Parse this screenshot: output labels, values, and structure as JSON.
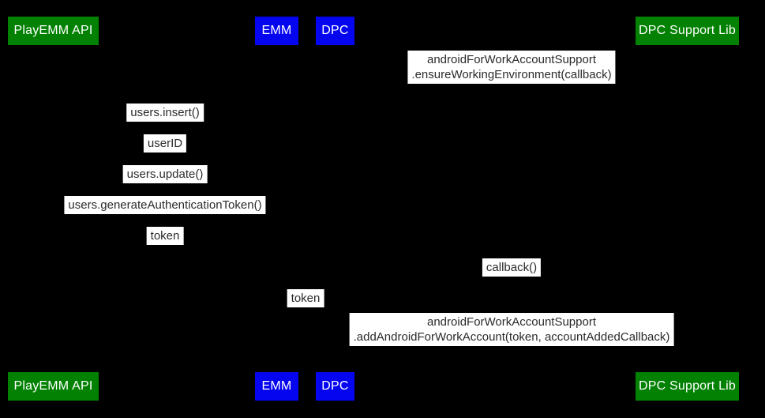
{
  "diagram": {
    "type": "sequence-diagram",
    "colors": {
      "background": "#000000",
      "actor_green": "#028102",
      "actor_blue": "#0505f0",
      "actor_text": "#ffffff",
      "message_background": "#ffffff",
      "message_text": "#2b2b2b"
    },
    "actors": [
      {
        "label": "PlayEMM API",
        "color": "green"
      },
      {
        "label": "EMM",
        "color": "blue"
      },
      {
        "label": "DPC",
        "color": "blue"
      },
      {
        "label": "DPC Support Lib",
        "color": "green"
      }
    ],
    "messages": [
      {
        "from": "DPC",
        "to": "DPC Support Lib",
        "text": "androidForWorkAccountSupport\n.ensureWorkingEnvironment(callback)"
      },
      {
        "from": "EMM",
        "to": "PlayEMM API",
        "text": "users.insert()"
      },
      {
        "from": "PlayEMM API",
        "to": "EMM",
        "text": "userID"
      },
      {
        "from": "EMM",
        "to": "PlayEMM API",
        "text": "users.update()"
      },
      {
        "from": "EMM",
        "to": "PlayEMM API",
        "text": "users.generateAuthenticationToken()"
      },
      {
        "from": "PlayEMM API",
        "to": "EMM",
        "text": "token"
      },
      {
        "from": "DPC Support Lib",
        "to": "DPC",
        "text": "callback()"
      },
      {
        "from": "EMM",
        "to": "DPC",
        "text": "token"
      },
      {
        "from": "DPC",
        "to": "DPC Support Lib",
        "text": "androidForWorkAccountSupport\n.addAndroidForWorkAccount(token, accountAddedCallback)"
      }
    ]
  }
}
